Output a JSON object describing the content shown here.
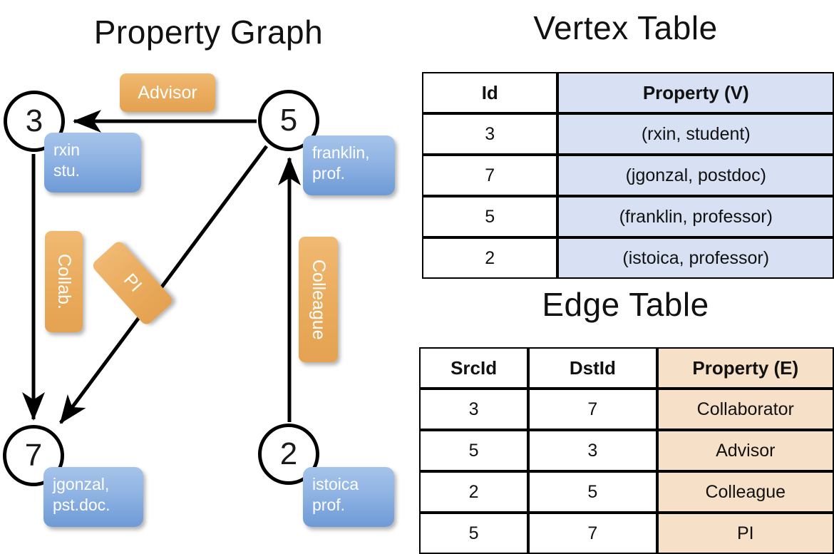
{
  "titles": {
    "graph": "Property Graph",
    "vertex_table": "Vertex Table",
    "edge_table": "Edge Table"
  },
  "graph": {
    "nodes": [
      {
        "id": "3",
        "property": "rxin\nstu."
      },
      {
        "id": "5",
        "property": "franklin,\nprof."
      },
      {
        "id": "7",
        "property": "jgonzal,\npst.doc."
      },
      {
        "id": "2",
        "property": "istoica\nprof."
      }
    ],
    "node_labels": {
      "n3": "3",
      "n5": "5",
      "n7": "7",
      "n2": "2"
    },
    "node_props": {
      "rxin_line1": "rxin",
      "rxin_line2": "stu.",
      "franklin_line1": "franklin,",
      "franklin_line2": "prof.",
      "jgonzal_line1": "jgonzal,",
      "jgonzal_line2": "pst.doc.",
      "istoica_line1": "istoica",
      "istoica_line2": "prof."
    },
    "edge_labels": {
      "advisor": "Advisor",
      "collab": "Collab.",
      "pi": "PI",
      "colleague": "Colleague"
    },
    "edges": [
      {
        "src": "5",
        "dst": "3",
        "label": "Advisor"
      },
      {
        "src": "3",
        "dst": "7",
        "label": "Collab."
      },
      {
        "src": "5",
        "dst": "7",
        "label": "PI"
      },
      {
        "src": "2",
        "dst": "5",
        "label": "Colleague"
      }
    ]
  },
  "vertex_table": {
    "headers": [
      "Id",
      "Property (V)"
    ],
    "rows": [
      [
        "3",
        "(rxin, student)"
      ],
      [
        "7",
        "(jgonzal, postdoc)"
      ],
      [
        "5",
        "(franklin, professor)"
      ],
      [
        "2",
        "(istoica, professor)"
      ]
    ]
  },
  "edge_table": {
    "headers": [
      "SrcId",
      "DstId",
      "Property (E)"
    ],
    "rows": [
      [
        "3",
        "7",
        "Collaborator"
      ],
      [
        "5",
        "3",
        "Advisor"
      ],
      [
        "2",
        "5",
        "Colleague"
      ],
      [
        "5",
        "7",
        "PI"
      ]
    ]
  },
  "colors": {
    "vertex_property_fill": "#d7e1f3",
    "edge_property_fill": "#f7e0c8",
    "node_box_blue": "#8fb3e3",
    "edge_label_orange": "#eaac5e",
    "stroke": "#000000",
    "background": "#ffffff"
  }
}
